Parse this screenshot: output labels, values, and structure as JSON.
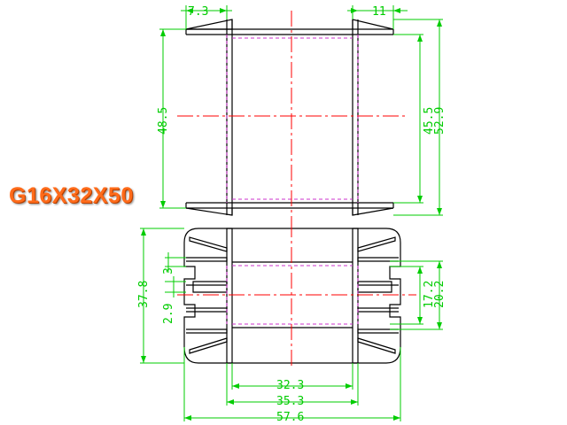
{
  "part_label": "G16X32X50",
  "colors": {
    "outline": "#000000",
    "dimension": "#00cc00",
    "centerline": "#ff0000",
    "hidden": "#cc33cc",
    "label": "#ff6b1a"
  },
  "dimensions": {
    "flange_left": "7.3",
    "flange_right": "11",
    "body_height": "48.5",
    "window_height": "45.5",
    "total_height": "52.9",
    "width": "37.8",
    "slot": "3",
    "slot_gap": "2.9",
    "inner_width": "17.2",
    "outer_width": "20.2",
    "length_inner": "32.3",
    "length_mid": "35.3",
    "length_total": "57.6"
  }
}
